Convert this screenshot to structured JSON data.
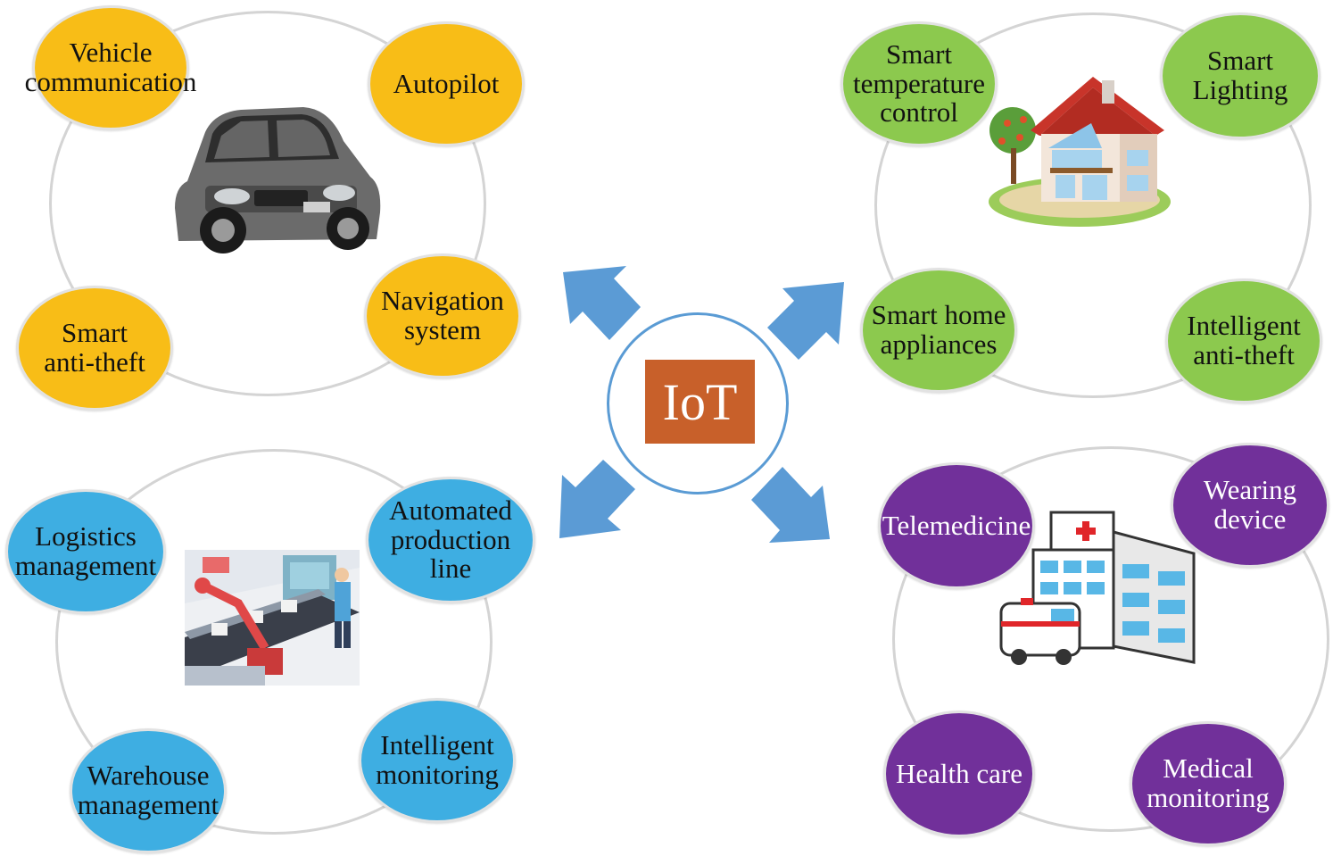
{
  "center": {
    "label": "IoT"
  },
  "clusters": {
    "vehicle": {
      "color": "#f8bd17",
      "nodes": [
        "Vehicle\ncommunication",
        "Autopilot",
        "Smart\nanti-theft",
        "Navigation\nsystem"
      ],
      "illustration": "car-icon"
    },
    "home": {
      "color": "#8cc94e",
      "nodes": [
        "Smart\ntemperature\ncontrol",
        "Smart\nLighting",
        "Smart home\nappliances",
        "Intelligent\nanti-theft"
      ],
      "illustration": "house-icon"
    },
    "industry": {
      "color": "#3eaee2",
      "nodes": [
        "Logistics\nmanagement",
        "Automated\nproduction\nline",
        "Warehouse\nmanagement",
        "Intelligent\nmonitoring"
      ],
      "illustration": "factory-line-icon"
    },
    "medical": {
      "color": "#71309a",
      "nodes": [
        "Telemedicine",
        "Wearing\ndevice",
        "Health care",
        "Medical\nmonitoring"
      ],
      "illustration": "hospital-icon"
    }
  },
  "arrow_color": "#5b9bd5"
}
